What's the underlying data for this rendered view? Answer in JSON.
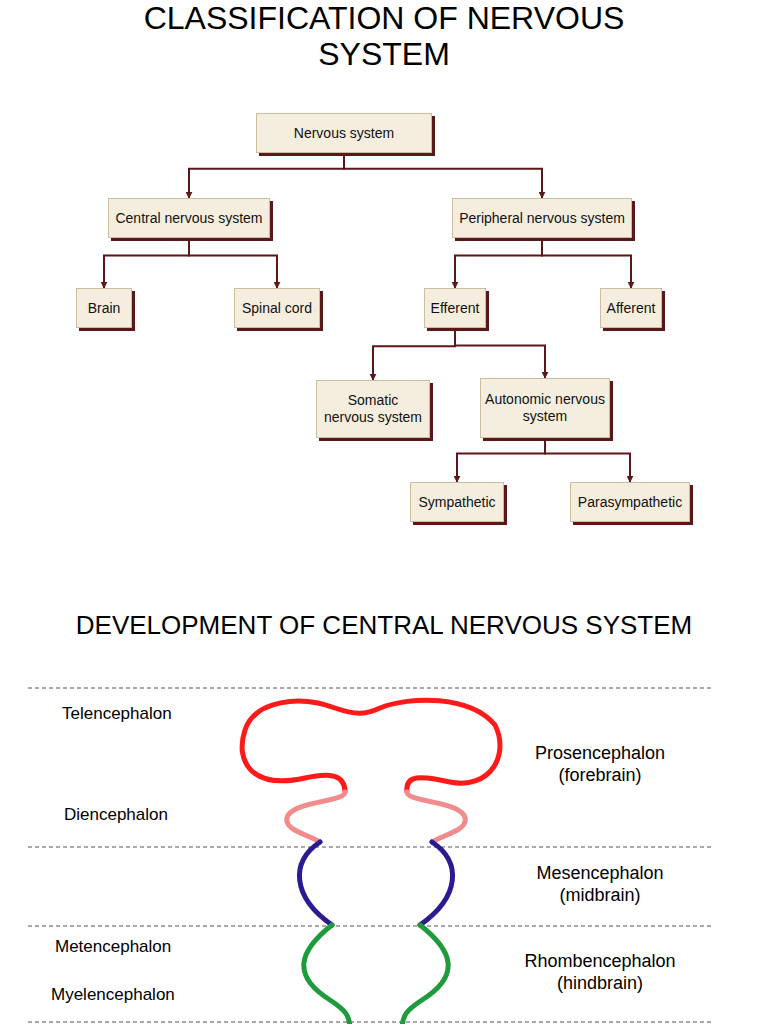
{
  "diagram": {
    "title": "CLASSIFICATION OF NERVOUS SYSTEM",
    "nodes": [
      {
        "text": [
          "Nervous system"
        ]
      },
      {
        "text": [
          "Central nervous system"
        ]
      },
      {
        "text": [
          "Peripheral nervous system"
        ]
      },
      {
        "text": [
          "Brain"
        ]
      },
      {
        "text": [
          "Spinal cord"
        ]
      },
      {
        "text": [
          "Efferent"
        ]
      },
      {
        "text": [
          "Afferent"
        ]
      },
      {
        "text": [
          "Somatic nervous system"
        ]
      },
      {
        "text": [
          "Autonomic nervous system"
        ]
      },
      {
        "text": [
          "Sympathetic"
        ]
      },
      {
        "text": [
          "Parasympathetic"
        ]
      }
    ],
    "edges": [
      {
        "from": 0,
        "to": 1,
        "arrow": "to"
      },
      {
        "from": 0,
        "to": 2,
        "arrow": "to"
      },
      {
        "from": 1,
        "to": 3,
        "arrow": "to"
      },
      {
        "from": 1,
        "to": 4,
        "arrow": "to"
      },
      {
        "from": 2,
        "to": 5,
        "arrow": "to"
      },
      {
        "from": 2,
        "to": 6,
        "arrow": "to"
      },
      {
        "from": 5,
        "to": 7,
        "arrow": "to"
      },
      {
        "from": 5,
        "to": 8,
        "arrow": "to"
      },
      {
        "from": 8,
        "to": 9,
        "arrow": "to"
      },
      {
        "from": 8,
        "to": 10,
        "arrow": "to"
      }
    ],
    "labels": [
      "DEVELOPMENT OF CENTRAL NERVOUS SYSTEM",
      "Telencephalon",
      "Diencephalon",
      "Metencephalon",
      "Myelencephalon",
      "Prosencephalon (forebrain)",
      "Mesencephalon (midbrain)",
      "Rhombencephalon (hindbrain)"
    ]
  }
}
